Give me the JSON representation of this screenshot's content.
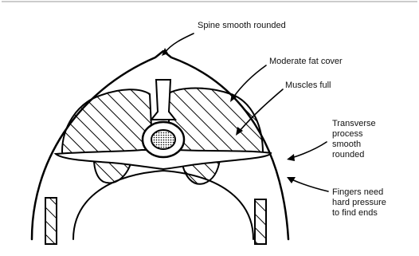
{
  "figure": {
    "labels": {
      "spine": "Spine smooth rounded",
      "fat": "Moderate fat cover",
      "muscles": "Muscles full",
      "transverse": [
        "Transverse",
        "process",
        "smooth",
        "rounded"
      ],
      "fingers": [
        "Fingers need",
        "hard pressure",
        "to find ends"
      ]
    }
  }
}
